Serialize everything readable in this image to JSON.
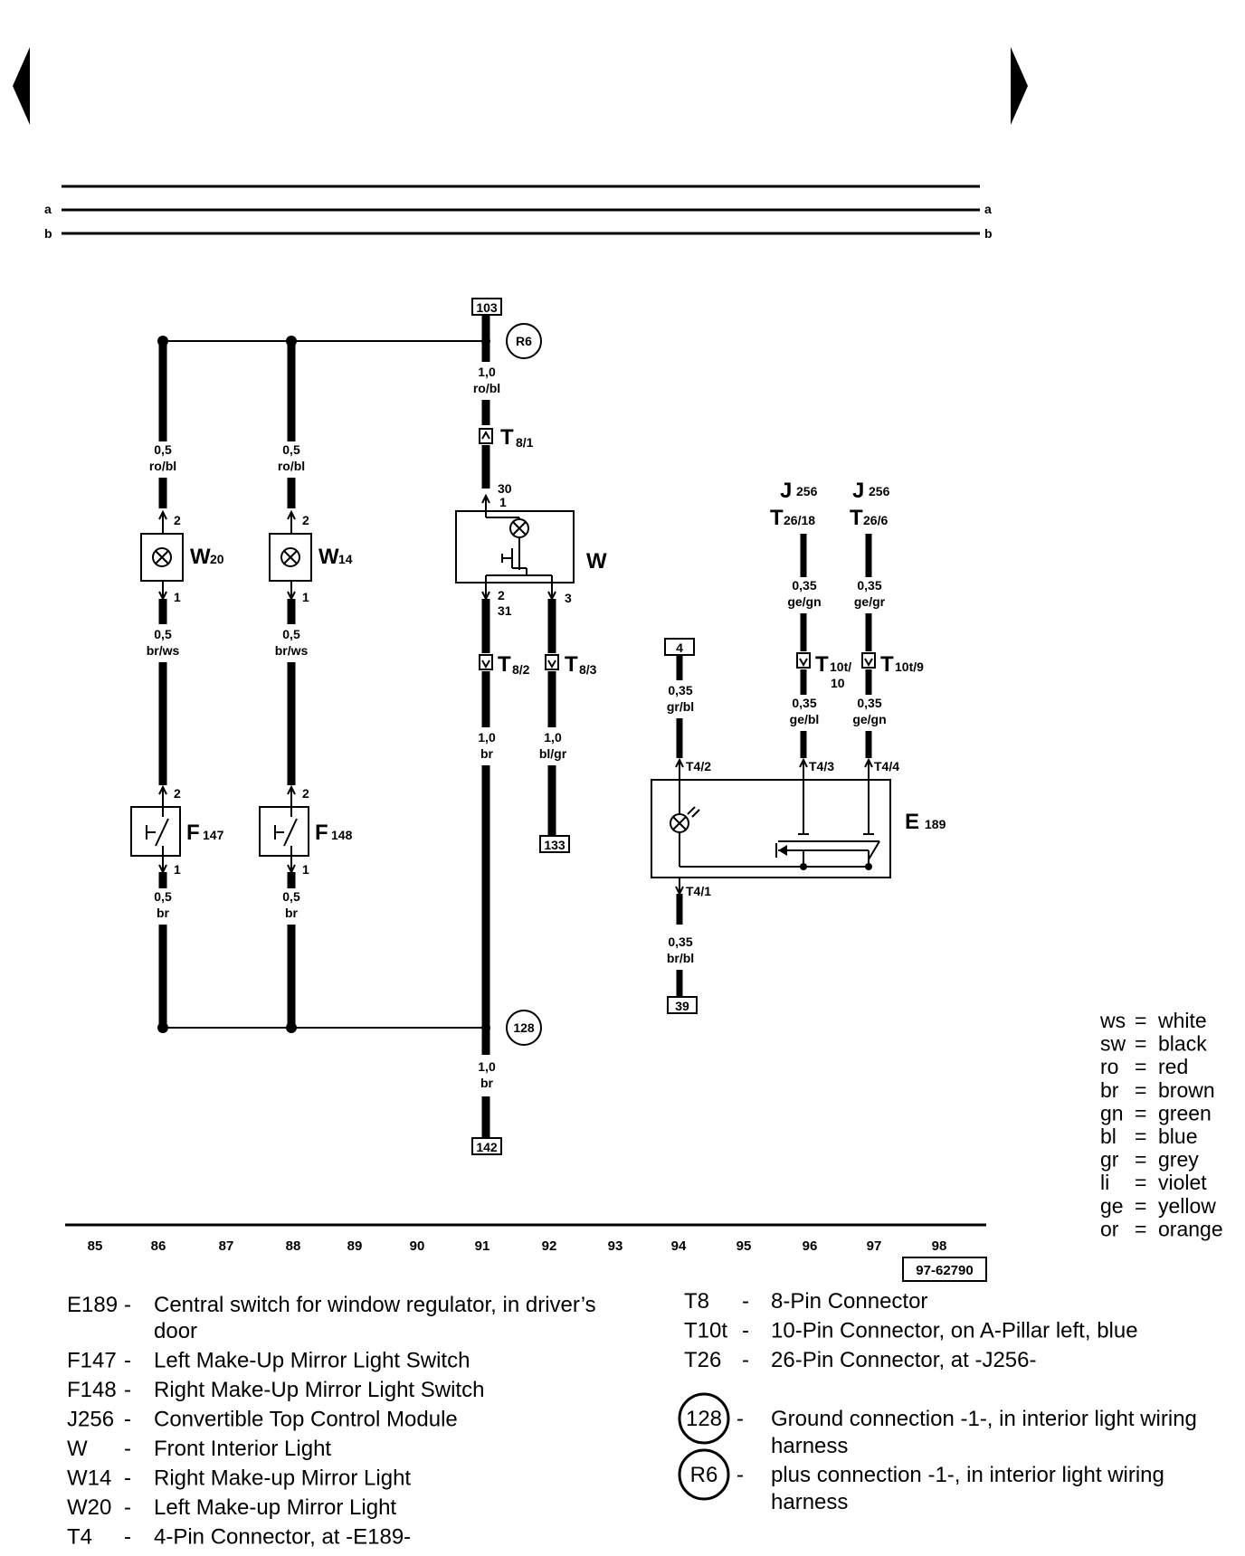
{
  "nav": {
    "prev_icon": "triangle-left-icon",
    "next_icon": "triangle-right-icon"
  },
  "rail": {
    "a": "a",
    "b": "b"
  },
  "refs": {
    "r103": "103",
    "r4": "4",
    "r133": "133",
    "r39": "39",
    "r142": "142"
  },
  "grounds": {
    "g_r6": "R6",
    "g_128": "128"
  },
  "components": {
    "w20": {
      "main": "W",
      "sub": "20"
    },
    "w14": {
      "main": "W",
      "sub": "14"
    },
    "w": {
      "main": "W"
    },
    "f147": {
      "main": "F",
      "sub": "147"
    },
    "f148": {
      "main": "F",
      "sub": "148"
    },
    "e189": {
      "main": "E",
      "sub": "189"
    },
    "j256_a": {
      "main": "J",
      "sub": "256"
    },
    "j256_b": {
      "main": "J",
      "sub": "256"
    }
  },
  "connectors": {
    "t8_1": {
      "main": "T",
      "sub": "8/1"
    },
    "t8_2": {
      "main": "T",
      "sub": "8/2"
    },
    "t8_3": {
      "main": "T",
      "sub": "8/3"
    },
    "t26_18": {
      "main": "T",
      "sub": "26/18"
    },
    "t26_6": {
      "main": "T",
      "sub": "26/6"
    },
    "t10t_10": {
      "main": "T",
      "sub": "10t/",
      "line2": "10"
    },
    "t10t_9": {
      "main": "T",
      "sub": "10t/9"
    },
    "t4_1": "T4/1",
    "t4_2": "T4/2",
    "t4_3": "T4/3",
    "t4_4": "T4/4"
  },
  "wires": {
    "c86_top": {
      "size": "0,5",
      "color": "ro/bl"
    },
    "c86_mid": {
      "size": "0,5",
      "color": "br/ws"
    },
    "c86_bot": {
      "size": "0,5",
      "color": "br"
    },
    "c88_top": {
      "size": "0,5",
      "color": "ro/bl"
    },
    "c88_mid": {
      "size": "0,5",
      "color": "br/ws"
    },
    "c88_bot": {
      "size": "0,5",
      "color": "br"
    },
    "c91_top": {
      "size": "1,0",
      "color": "ro/bl"
    },
    "c91_mid": {
      "size": "1,0",
      "color": "br"
    },
    "c91_bot": {
      "size": "1,0",
      "color": "br"
    },
    "c92": {
      "size": "1,0",
      "color": "bl/gr"
    },
    "c94_top": {
      "size": "0,35",
      "color": "gr/bl"
    },
    "c94_bot": {
      "size": "0,35",
      "color": "br/bl"
    },
    "c96_top": {
      "size": "0,35",
      "color": "ge/gn"
    },
    "c96_bot": {
      "size": "0,35",
      "color": "ge/bl"
    },
    "c97_top": {
      "size": "0,35",
      "color": "ge/gr"
    },
    "c97_bot": {
      "size": "0,35",
      "color": "ge/gn"
    }
  },
  "pins": {
    "w20_2": "2",
    "w20_1": "1",
    "w14_2": "2",
    "w14_1": "1",
    "f147_2": "2",
    "f147_1": "1",
    "f148_2": "2",
    "f148_1": "1",
    "w_30": "30",
    "w_1": "1",
    "w_2": "2",
    "w_31": "31",
    "w_3": "3"
  },
  "axis": [
    "85",
    "86",
    "87",
    "88",
    "89",
    "90",
    "91",
    "92",
    "93",
    "94",
    "95",
    "96",
    "97",
    "98"
  ],
  "diagram_code": "97-62790",
  "legend": {
    "left": [
      {
        "code": "E189",
        "sep": "-",
        "text": "Central switch for window regulator, in driver’s",
        "text2": "door"
      },
      {
        "code": "F147",
        "sep": "-",
        "text": "Left Make-Up Mirror Light Switch"
      },
      {
        "code": "F148",
        "sep": "-",
        "text": "Right Make-Up Mirror Light Switch"
      },
      {
        "code": "J256",
        "sep": "-",
        "text": "Convertible Top Control Module"
      },
      {
        "code": "W",
        "sep": "-",
        "text": "Front Interior Light"
      },
      {
        "code": "W14",
        "sep": "-",
        "text": "Right Make-up Mirror Light"
      },
      {
        "code": "W20",
        "sep": "-",
        "text": "Left Make-up Mirror Light"
      },
      {
        "code": "T4",
        "sep": "-",
        "text": "4-Pin Connector, at -E189-"
      }
    ],
    "right": [
      {
        "code": "T8",
        "sep": "-",
        "text": "8-Pin Connector"
      },
      {
        "code": "T10t",
        "sep": "-",
        "text": "10-Pin Connector, on A-Pillar left, blue"
      },
      {
        "code": "T26",
        "sep": "-",
        "text": "26-Pin Connector, at -J256-"
      }
    ],
    "grounds": [
      {
        "code": "128",
        "sep": "-",
        "text": "Ground connection -1-, in interior light wiring",
        "text2": "harness"
      },
      {
        "code": "R6",
        "sep": "-",
        "text": " plus connection -1-, in interior light wiring",
        "text2": "harness"
      }
    ]
  },
  "colors_legend": [
    {
      "abbr": "ws",
      "name": "white"
    },
    {
      "abbr": "sw",
      "name": "black"
    },
    {
      "abbr": "ro",
      "name": "red"
    },
    {
      "abbr": "br",
      "name": "brown"
    },
    {
      "abbr": "gn",
      "name": "green"
    },
    {
      "abbr": "bl",
      "name": "blue"
    },
    {
      "abbr": "gr",
      "name": "grey"
    },
    {
      "abbr": "li",
      "name": "violet"
    },
    {
      "abbr": "ge",
      "name": "yellow"
    },
    {
      "abbr": "or",
      "name": "orange"
    }
  ]
}
